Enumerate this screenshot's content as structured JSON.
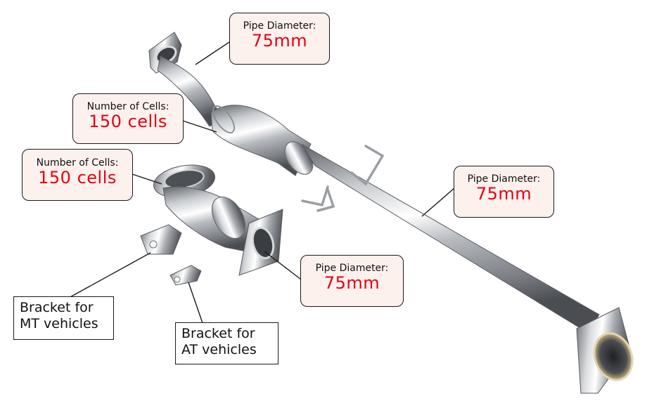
{
  "callouts": {
    "pipe_top": {
      "label": "Pipe Diameter:",
      "value": "75mm"
    },
    "cells_main": {
      "label": "Number of Cells:",
      "value": "150 cells"
    },
    "cells_small": {
      "label": "Number of Cells:",
      "value": "150 cells"
    },
    "pipe_right": {
      "label": "Pipe Diameter:",
      "value": "75mm"
    },
    "pipe_bottom": {
      "label": "Pipe Diameter:",
      "value": "75mm"
    }
  },
  "brackets": {
    "mt": {
      "line1": "Bracket for",
      "line2": "MT vehicles"
    },
    "at": {
      "line1": "Bracket for",
      "line2": "AT vehicles"
    }
  },
  "colors": {
    "value_text": "#e60012",
    "callout_fill": "#fdf1ee",
    "chrome_dark": "#6f7378",
    "chrome_light": "#f4f5f6"
  }
}
